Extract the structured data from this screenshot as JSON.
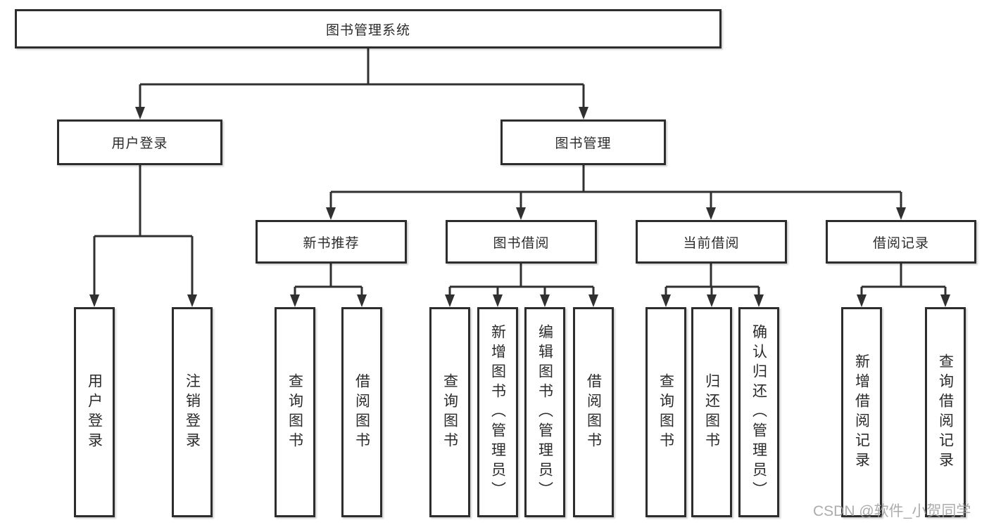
{
  "tree": {
    "root": {
      "label": "图书管理系统",
      "children": [
        {
          "label": "用户登录",
          "children": [
            {
              "label": "用户登录"
            },
            {
              "label": "注销登录"
            }
          ]
        },
        {
          "label": "图书管理",
          "children": [
            {
              "label": "新书推荐",
              "children": [
                {
                  "label": "查询图书"
                },
                {
                  "label": "借阅图书"
                }
              ]
            },
            {
              "label": "图书借阅",
              "children": [
                {
                  "label": "查询图书"
                },
                {
                  "label": "新增图书（管理员）"
                },
                {
                  "label": "编辑图书（管理员）"
                },
                {
                  "label": "借阅图书"
                }
              ]
            },
            {
              "label": "当前借阅",
              "children": [
                {
                  "label": "查询图书"
                },
                {
                  "label": "归还图书"
                },
                {
                  "label": "确认归还（管理员）"
                }
              ]
            },
            {
              "label": "借阅记录",
              "children": [
                {
                  "label": "新增借阅记录"
                },
                {
                  "label": "查询借阅记录"
                }
              ]
            }
          ]
        }
      ]
    }
  },
  "watermark": {
    "text": "CSDN @软件_小贺同学"
  },
  "colors": {
    "box_border": "#2d2d2d",
    "connector_line": "#303030",
    "text": "#2b2b2b",
    "watermark": "#9e9e9e",
    "background": "#ffffff"
  }
}
